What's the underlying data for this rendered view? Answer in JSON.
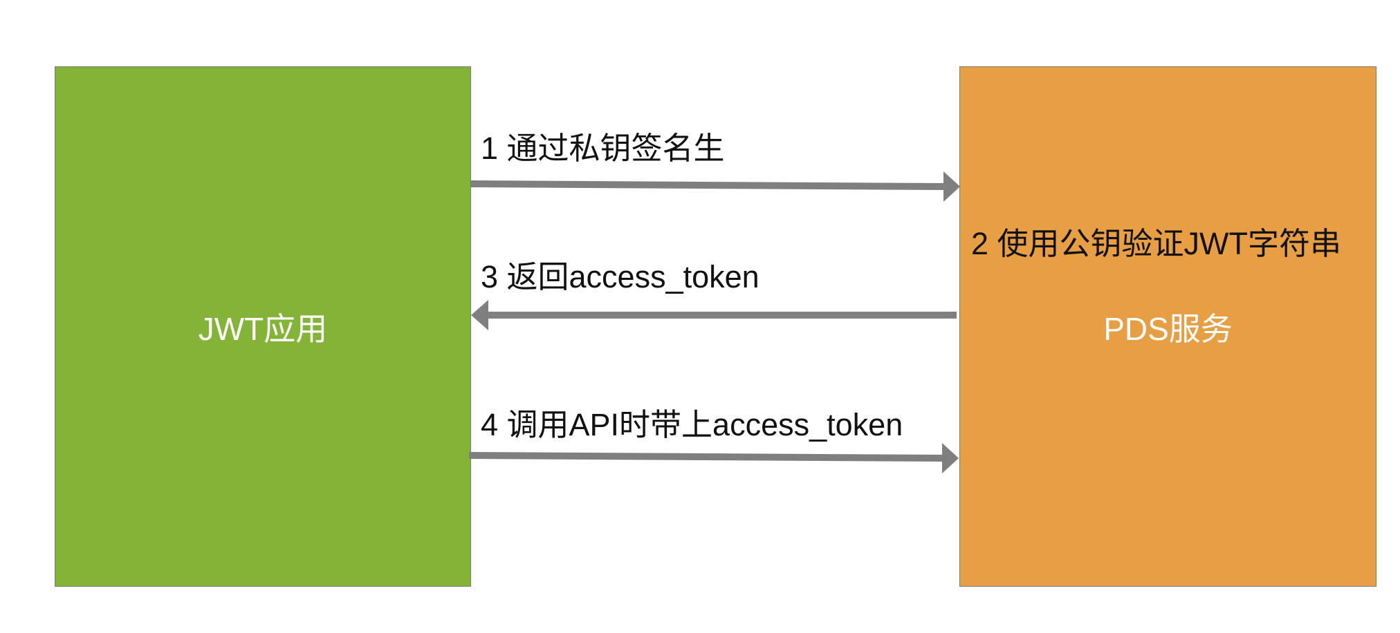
{
  "nodes": {
    "jwt_app": {
      "label": "JWT应用",
      "color": "#83b437"
    },
    "pds_service": {
      "label": "PDS服务",
      "color": "#e89e43"
    }
  },
  "steps": {
    "step1": "1 通过私钥签名生",
    "step2": "2 使用公钥验证JWT字符串",
    "step3": "3 返回access_token",
    "step4": "4 调用API时带上access_token"
  },
  "edges": [
    {
      "from": "jwt_app",
      "to": "pds_service",
      "label_ref": "step1"
    },
    {
      "from": "pds_service",
      "to": "jwt_app",
      "label_ref": "step3"
    },
    {
      "from": "jwt_app",
      "to": "pds_service",
      "label_ref": "step4"
    }
  ],
  "colors": {
    "arrow": "#7f7f7f",
    "box_border": "#7a7a7a",
    "box_text": "#ffffff"
  }
}
